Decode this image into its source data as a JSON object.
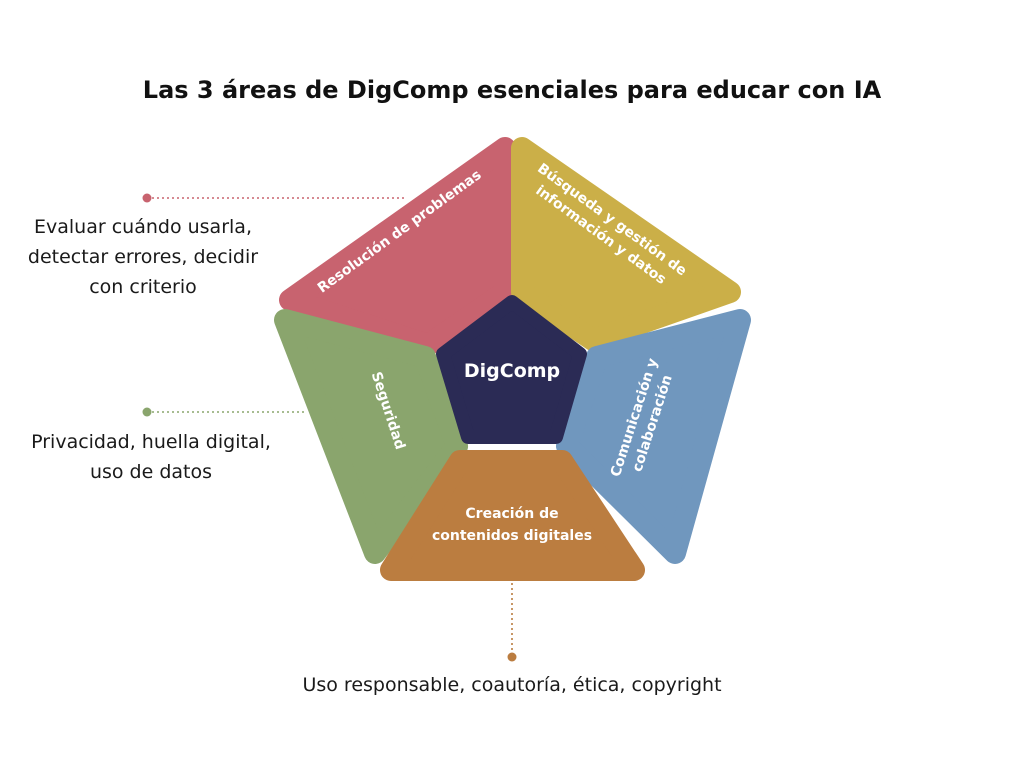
{
  "title": "Las 3 áreas de DigComp esenciales para educar con IA",
  "center": {
    "label": "DigComp",
    "color": "#2b2b55"
  },
  "segments": {
    "resolucion": {
      "label": "Resolución de problemas",
      "color": "#c8636f"
    },
    "busqueda": {
      "line1": "Búsqueda y gestión de",
      "line2": "información y datos",
      "color": "#cbaf48"
    },
    "comunicacion": {
      "line1": "Comunicación y",
      "line2": "colaboración",
      "color": "#7097be"
    },
    "creacion": {
      "line1": "Creación de",
      "line2": "contenidos digitales",
      "color": "#bb7d40"
    },
    "seguridad": {
      "label": "Seguridad",
      "color": "#8aa56d"
    }
  },
  "notes": {
    "resolucion": "Evaluar cuándo usarla, detectar errores, decidir con criterio",
    "seguridad": "Privacidad, huella digital, uso de datos",
    "creacion": "Uso responsable, coautoría, ética, copyright"
  }
}
